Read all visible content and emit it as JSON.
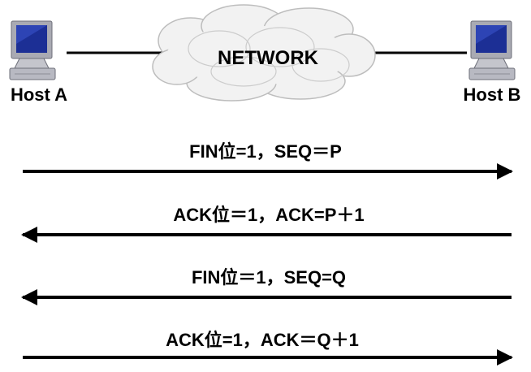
{
  "hosts": {
    "a": {
      "label": "Host A"
    },
    "b": {
      "label": "Host B"
    }
  },
  "network": {
    "label": "NETWORK"
  },
  "messages": [
    {
      "label": "FIN位=1，SEQ＝P",
      "direction": "a-to-b"
    },
    {
      "label": "ACK位＝1，ACK=P＋1",
      "direction": "b-to-a"
    },
    {
      "label": "FIN位＝1，SEQ=Q",
      "direction": "b-to-a"
    },
    {
      "label": "ACK位=1，ACK＝Q＋1",
      "direction": "a-to-b"
    }
  ],
  "colors": {
    "screen": "#1c2f95",
    "monitor": "#a9aab3",
    "cloud_fill": "#f2f2f2",
    "cloud_stroke": "#bdbdbd",
    "line": "#000000"
  },
  "icons": {
    "host": "computer-icon",
    "network": "cloud-icon"
  }
}
